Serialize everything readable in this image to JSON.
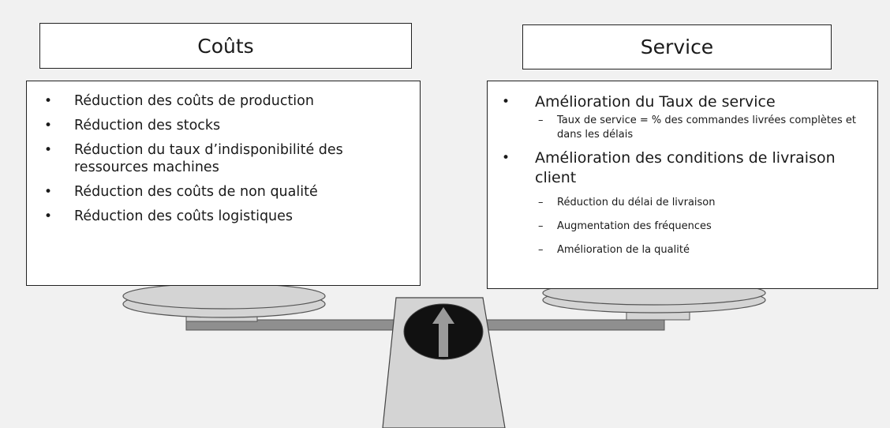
{
  "costs": {
    "title": "Coûts",
    "items": [
      "Réduction des coûts de production",
      "Réduction des stocks",
      "Réduction du taux d’indisponibilité des ressources machines",
      "Réduction des coûts de non qualité",
      "Réduction des coûts logistiques"
    ]
  },
  "service": {
    "title": "Service",
    "items": [
      {
        "label": "Amélioration du Taux de service",
        "subitems": [
          "Taux de service = % des commandes livrées complètes et dans les délais"
        ]
      },
      {
        "label": "Amélioration des conditions de livraison client",
        "subitems": [
          "Réduction du délai de livraison",
          "Augmentation des fréquences",
          "Amélioration de la qualité"
        ]
      }
    ]
  },
  "symbols": {
    "bullet": "•",
    "dash": "–"
  },
  "colors": {
    "background": "#f1f1f1",
    "tray": "#d4d4d4",
    "beam": "#8f8f8f",
    "dial": "#111111",
    "needle": "#9a9a9a"
  },
  "icons": {
    "dial": "balance-indicator-arrow-up-icon"
  }
}
